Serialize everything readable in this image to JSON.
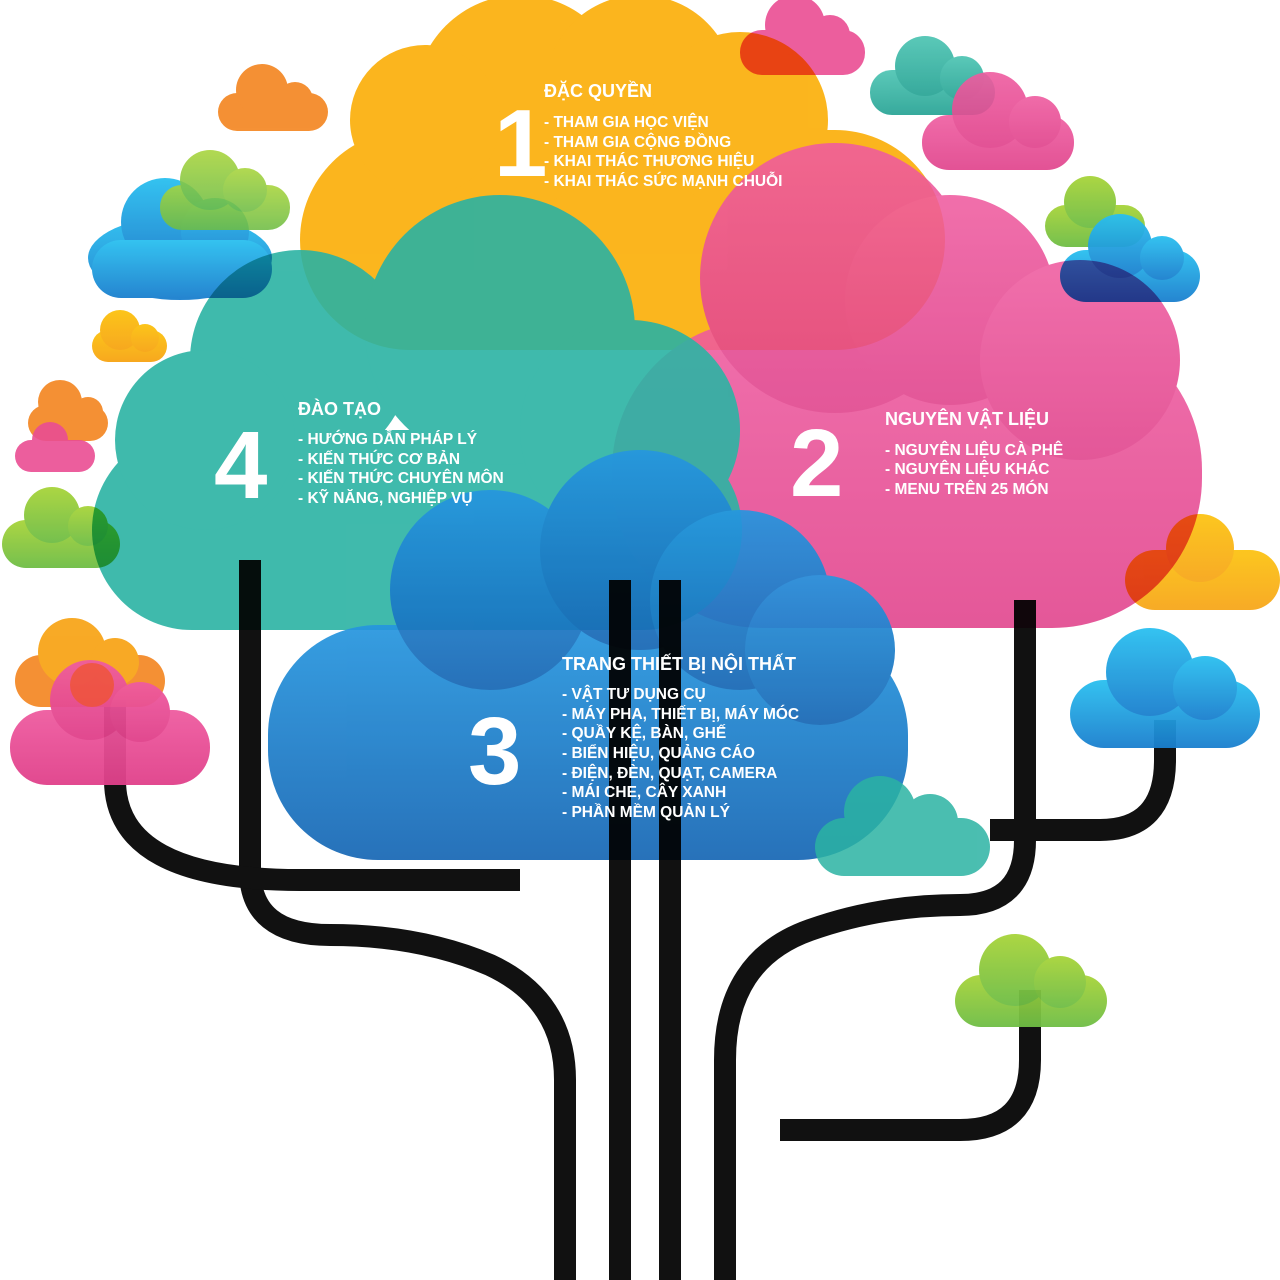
{
  "colors": {
    "trunk": "#111111",
    "orange": "#fbb00d",
    "pink": "#ea4d93",
    "teal": "#2bb3a3",
    "blue": "#1b78c6",
    "green": "#8cc63f",
    "sky": "#26bbee",
    "red": "#ef5035"
  },
  "sections": [
    {
      "number": "1",
      "title": "ĐẶC QUYỀN",
      "items": [
        "- THAM GIA HỌC VIỆN",
        "- THAM GIA CỘNG ĐỒNG",
        "- KHAI THÁC THƯƠNG HIỆU",
        "- KHAI THÁC SỨC MẠNH CHUỖI"
      ]
    },
    {
      "number": "2",
      "title": "NGUYÊN VẬT LIỆU",
      "items": [
        "- NGUYÊN LIỆU CÀ PHÊ",
        "- NGUYÊN LIỆU KHÁC",
        "- MENU TRÊN 25 MÓN"
      ]
    },
    {
      "number": "3",
      "title": "TRANG THIẾT BỊ NỘI THẤT",
      "items": [
        "- VẬT TƯ DỤNG CỤ",
        "- MÁY PHA, THIẾT BỊ, MÁY MÓC",
        "- QUẦY KỆ, BÀN, GHẾ",
        "- BIỂN HIỆU, QUẢNG CÁO",
        "- ĐIỆN, ĐÈN, QUẠT, CAMERA",
        "- MÁI CHE, CÂY XANH",
        "- PHẦN MỀM QUẢN LÝ"
      ]
    },
    {
      "number": "4",
      "title": "ĐÀO TẠO",
      "items": [
        "- HƯỚNG DẪN PHÁP LÝ",
        "- KIẾN THỨC CƠ BẢN",
        "- KIẾN THỨC CHUYÊN MÔN",
        "- KỸ NĂNG, NGHIỆP VỤ"
      ]
    }
  ]
}
